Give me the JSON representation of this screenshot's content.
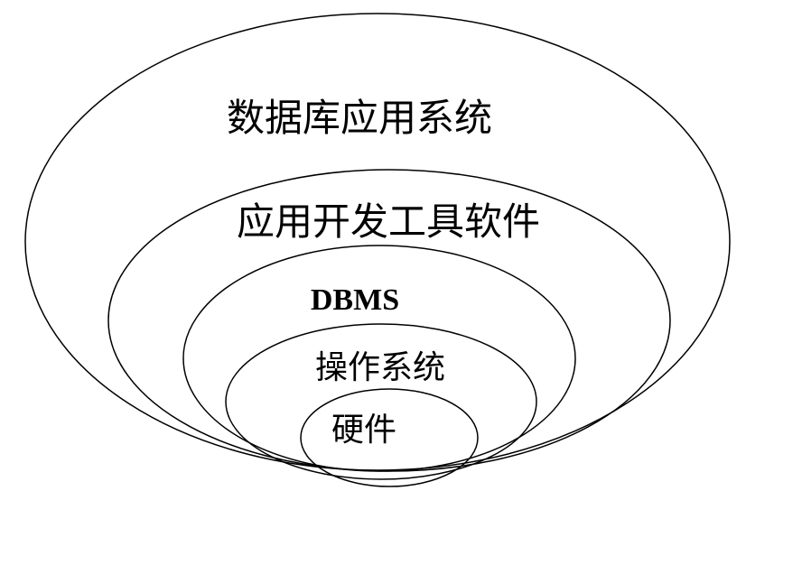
{
  "layers": [
    {
      "id": "db-application-system",
      "label": "数据库应用系统"
    },
    {
      "id": "app-dev-tools",
      "label": "应用开发工具软件"
    },
    {
      "id": "dbms",
      "label": "DBMS"
    },
    {
      "id": "operating-system",
      "label": "操作系统"
    },
    {
      "id": "hardware",
      "label": "硬件"
    }
  ]
}
